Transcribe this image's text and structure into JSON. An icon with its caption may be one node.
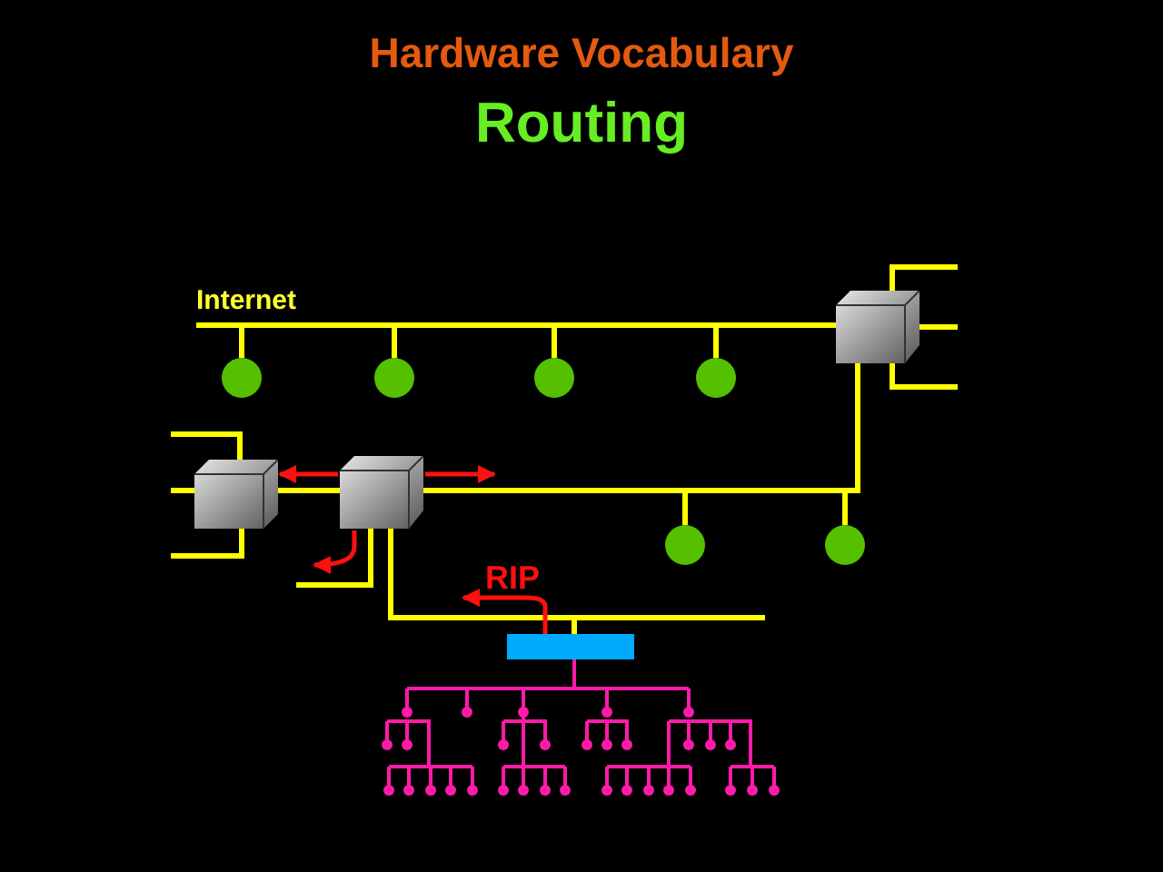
{
  "diagram": {
    "title": "Hardware Vocabulary",
    "caption": "Routing",
    "nodes": [
      {
        "text": [],
        "shape": "picture"
      },
      {
        "text": [],
        "shape": "picture"
      },
      {
        "text": [],
        "shape": "picture"
      },
      {
        "text": [],
        "shape": "circle"
      },
      {
        "text": [],
        "shape": "circle"
      },
      {
        "text": [],
        "shape": "circle"
      },
      {
        "text": [],
        "shape": "circle"
      },
      {
        "text": [],
        "shape": "circle"
      },
      {
        "text": [],
        "shape": "circle"
      },
      {
        "text": [],
        "shape": "bar"
      }
    ],
    "edges": [
      {
        "from": 0,
        "to": 1,
        "arrow": "none"
      },
      {
        "from": 1,
        "to": 2,
        "arrow": "none"
      },
      {
        "from": 1,
        "to": 9,
        "arrow": "none"
      },
      {
        "from": 3,
        "to": 2,
        "arrow": "none"
      },
      {
        "from": 4,
        "to": 2,
        "arrow": "none"
      },
      {
        "from": 5,
        "to": 2,
        "arrow": "none"
      },
      {
        "from": 6,
        "to": 2,
        "arrow": "none"
      },
      {
        "from": 7,
        "to": 2,
        "arrow": "none"
      },
      {
        "from": 8,
        "to": 2,
        "arrow": "none"
      },
      {
        "from": 1,
        "to": 0,
        "arrow": "to",
        "color": "#ff1010"
      }
    ],
    "labels": [
      "Internet",
      "RIP"
    ]
  }
}
